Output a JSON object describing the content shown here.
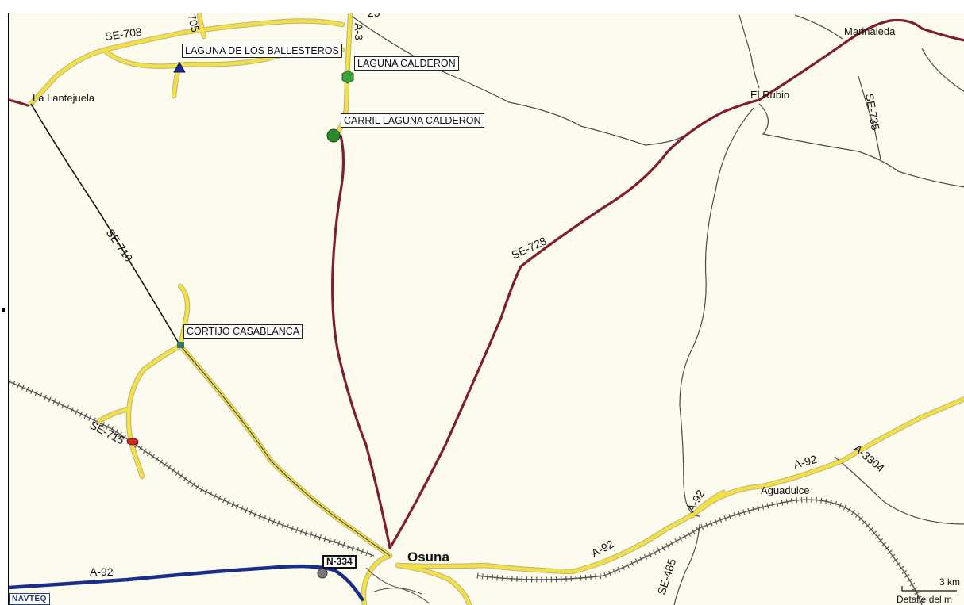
{
  "map": {
    "towns": {
      "lantejuela": "La Lantejuela",
      "marinaleda": "Marinaleda",
      "el_rubio": "El Rubio",
      "osuna": "Osuna",
      "aguadulce": "Aguadulce"
    },
    "roads": {
      "se708": "SE-708",
      "se705": "705",
      "a3_top": "A-3",
      "top_cut": "25",
      "se735": "SE-735",
      "se728": "SE-728",
      "se710": "SE-710",
      "se715": "SE-715",
      "a92_west": "A-92",
      "a92_mid": "A-92",
      "a92_rot": "A-92",
      "a92_east": "A-92",
      "a3304": "A-3304",
      "se485": "SE-485",
      "n334": "N-334"
    },
    "pois": {
      "ballesteros": "LAGUNA DE LOS BALLESTEROS",
      "calderon": "LAGUNA CALDERON",
      "carril": "CARRIL LAGUNA CALDERON",
      "casablanca": "CORTIJO CASABLANCA"
    },
    "attribution": "NAVTEQ",
    "scale": {
      "label": "3 km",
      "detail": "Detalle del m"
    },
    "colors": {
      "background": "#fdfbee",
      "yellow_road": "#f2e048",
      "red_road": "#7e1f2b",
      "blue_motorway": "#1a2d8a",
      "thin_road": "#4a4a4a",
      "railway": "#555555"
    }
  }
}
